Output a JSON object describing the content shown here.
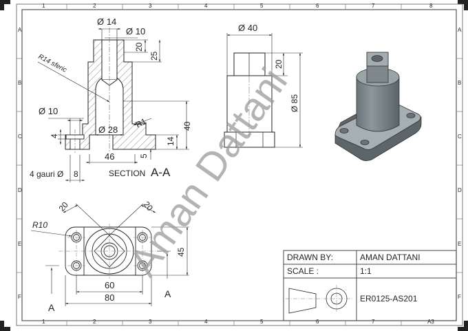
{
  "sheet": {
    "size": "A3",
    "columns": [
      "1",
      "2",
      "3",
      "4",
      "5",
      "6",
      "7",
      "8"
    ],
    "columns_bottom": [
      "1",
      "2",
      "3",
      "4",
      "5",
      "6",
      "7",
      "A3"
    ],
    "rows": [
      "A",
      "B",
      "C",
      "D",
      "E",
      "F"
    ]
  },
  "section_view": {
    "title_prefix": "SECTION",
    "title_suffix": "A-A",
    "dims": {
      "dia_top_outer": "Ø 14",
      "dia_top_inner": "Ø 10",
      "h20": "20",
      "h25": "25",
      "sphere": "R14  sferic",
      "hole_dia": "Ø 10",
      "cbore_depth": "4",
      "inner_dia": "Ø 28",
      "fillet": "R1",
      "h40": "40",
      "base_h": "14",
      "recess_h": "5",
      "base_w": "46",
      "holes_note": "4 gauri Ø",
      "holes_dia": "8"
    }
  },
  "front_view": {
    "dims": {
      "dia40": "Ø 40",
      "h20": "20",
      "h85": "Ø 85"
    }
  },
  "plan_view": {
    "dims": {
      "d20_left": "20",
      "d20_right": "20",
      "r10": "R10",
      "h45": "45",
      "w60": "60",
      "w80": "80"
    },
    "section_marks": [
      "A",
      "A"
    ]
  },
  "watermark": "Aman Dattani",
  "title_block": {
    "drawn_by_label": "DRAWN BY:",
    "drawn_by_value": "AMAN DATTANI",
    "scale_label": "SCALE :",
    "scale_value": "1:1",
    "drawing_number": "ER0125-AS201"
  }
}
